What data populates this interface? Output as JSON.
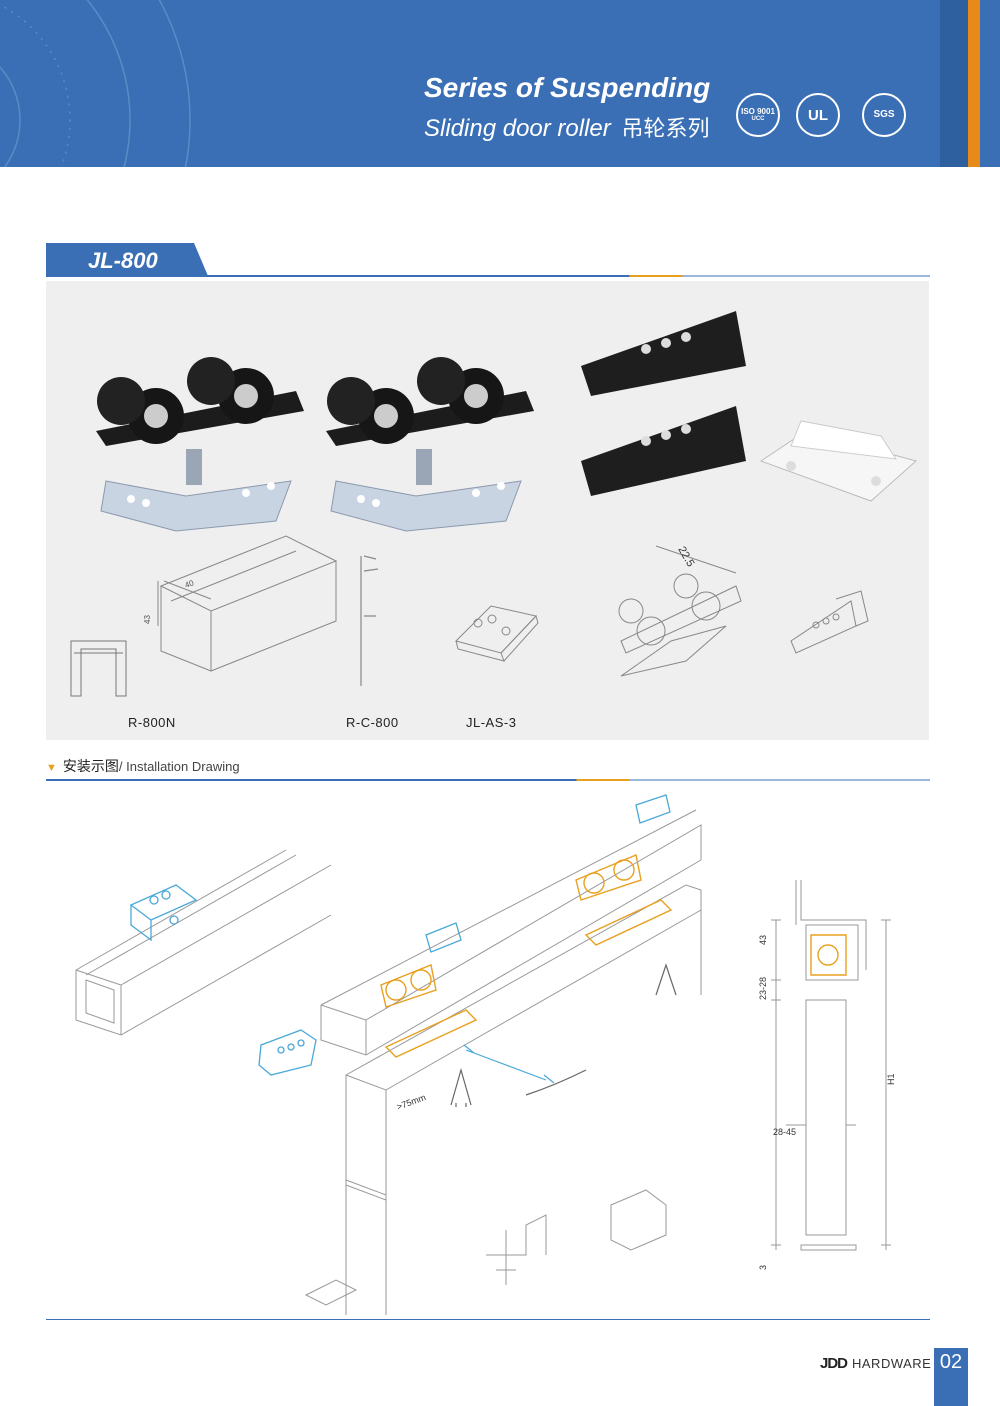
{
  "header": {
    "title": "Series of Suspending",
    "subtitle": "Sliding door roller",
    "subtitle_cn": "吊轮系列",
    "certs": [
      {
        "icon": "iso-9001-badge-icon",
        "text": "ISO 9001",
        "sub": "UCC"
      },
      {
        "icon": "ul-badge-icon",
        "text": "UL"
      },
      {
        "icon": "sgs-badge-icon",
        "text": "SGS"
      }
    ],
    "colors": {
      "brand_blue": "#3a6fb5",
      "accent_orange": "#e88a1a",
      "highlight_gold": "#e8a020",
      "highlight_cyan": "#4aa8d8"
    }
  },
  "model": {
    "name": "JL-800"
  },
  "products": {
    "labels": {
      "rail": "R-800N",
      "cover": "R-C-800",
      "bracket": "JL-AS-3"
    },
    "dimensions": {
      "rail_width": "40",
      "rail_height": "43",
      "roller_width": "22.5"
    }
  },
  "installation": {
    "title_cn": "安装示图",
    "title_en": "/ Installation Drawing",
    "clearance_note": ">75mm"
  },
  "section_drawing": {
    "dim_top": "43",
    "dim_gap": "23-28",
    "dim_height": "H1",
    "dim_thickness": "28-45",
    "dim_bottom": "3"
  },
  "footer": {
    "logo": "JDD",
    "brand": "HARDWARE",
    "page": "02"
  }
}
